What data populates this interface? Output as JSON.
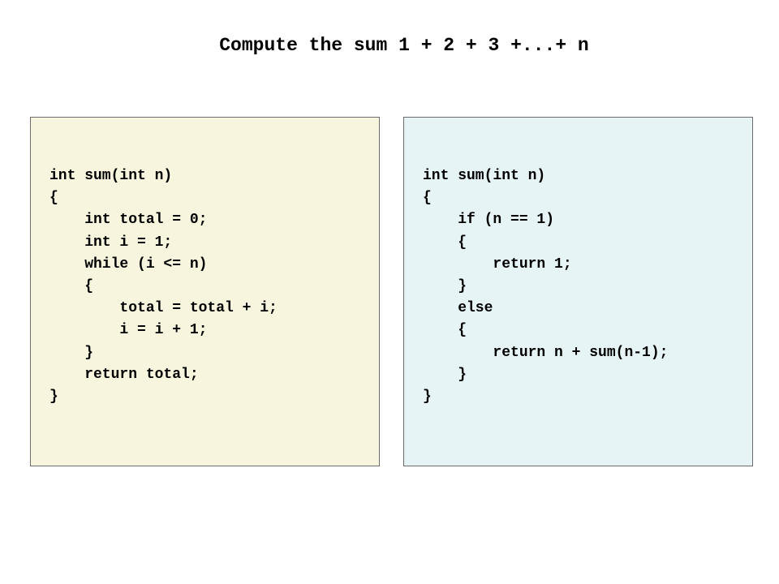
{
  "title": "Compute the sum 1 + 2 + 3 +...+ n",
  "panels": {
    "iterative": {
      "background": "#f7f5dd",
      "lines": [
        "int sum(int n)",
        "{",
        "    int total = 0;",
        "    int i = 1;",
        "    while (i <= n)",
        "    {",
        "        total = total + i;",
        "        i = i + 1;",
        "    }",
        "    return total;",
        "}"
      ]
    },
    "recursive": {
      "background": "#e7f4f6",
      "lines": [
        "int sum(int n)",
        "{",
        "    if (n == 1)",
        "    {",
        "        return 1;",
        "    }",
        "    else",
        "    {",
        "        return n + sum(n-1);",
        "    }",
        "}"
      ]
    }
  }
}
